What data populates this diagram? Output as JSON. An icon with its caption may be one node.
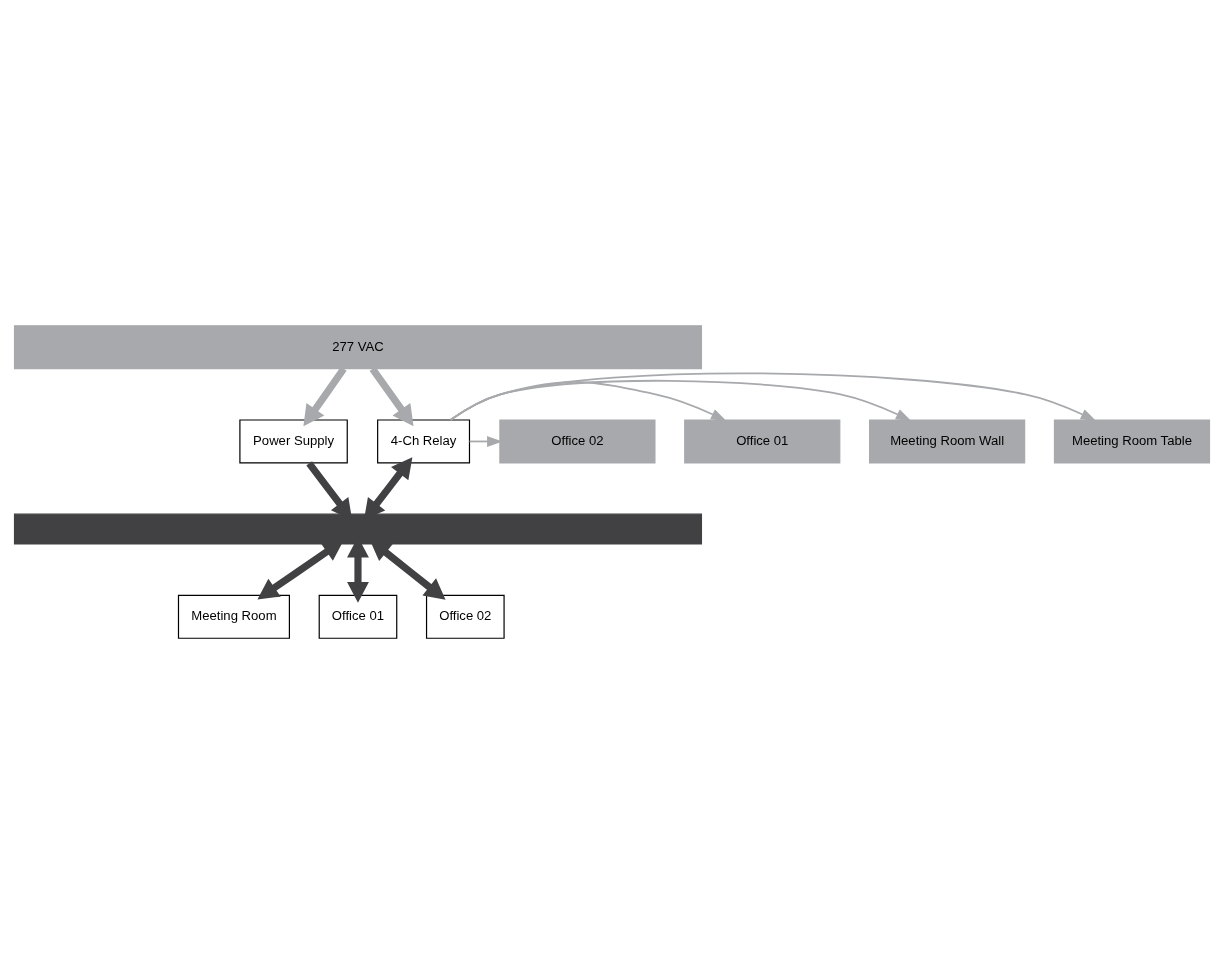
{
  "diagram": {
    "nodes": [
      {
        "text": [
          "277 VAC"
        ]
      },
      {
        "text": [
          "Power Supply"
        ]
      },
      {
        "text": [
          "4-Ch Relay"
        ]
      },
      {
        "text": [
          "Meeting Room Table"
        ]
      },
      {
        "text": [
          "Meeting Room Wall"
        ]
      },
      {
        "text": [
          "Office 01"
        ]
      },
      {
        "text": [
          "Office 02"
        ]
      },
      {
        "text": [],
        "shape": "bar"
      },
      {
        "text": [
          "Meeting Room"
        ]
      },
      {
        "text": [
          "Office 01"
        ]
      },
      {
        "text": [
          "Office 02"
        ]
      }
    ],
    "edges": [
      {
        "from": 0,
        "to": 1,
        "arrow": "to"
      },
      {
        "from": 0,
        "to": 2,
        "arrow": "to"
      },
      {
        "from": 2,
        "to": 3,
        "arrow": "to"
      },
      {
        "from": 2,
        "to": 4,
        "arrow": "to"
      },
      {
        "from": 2,
        "to": 5,
        "arrow": "to"
      },
      {
        "from": 2,
        "to": 6,
        "arrow": "to"
      },
      {
        "from": 1,
        "to": 7,
        "arrow": "to",
        "color": "#414042"
      },
      {
        "from": 2,
        "to": 7,
        "arrow": "both",
        "color": "#414042"
      },
      {
        "from": 7,
        "to": 8,
        "arrow": "both",
        "color": "#414042"
      },
      {
        "from": 7,
        "to": 9,
        "arrow": "both",
        "color": "#414042"
      },
      {
        "from": 7,
        "to": 10,
        "arrow": "both",
        "color": "#414042"
      }
    ]
  }
}
